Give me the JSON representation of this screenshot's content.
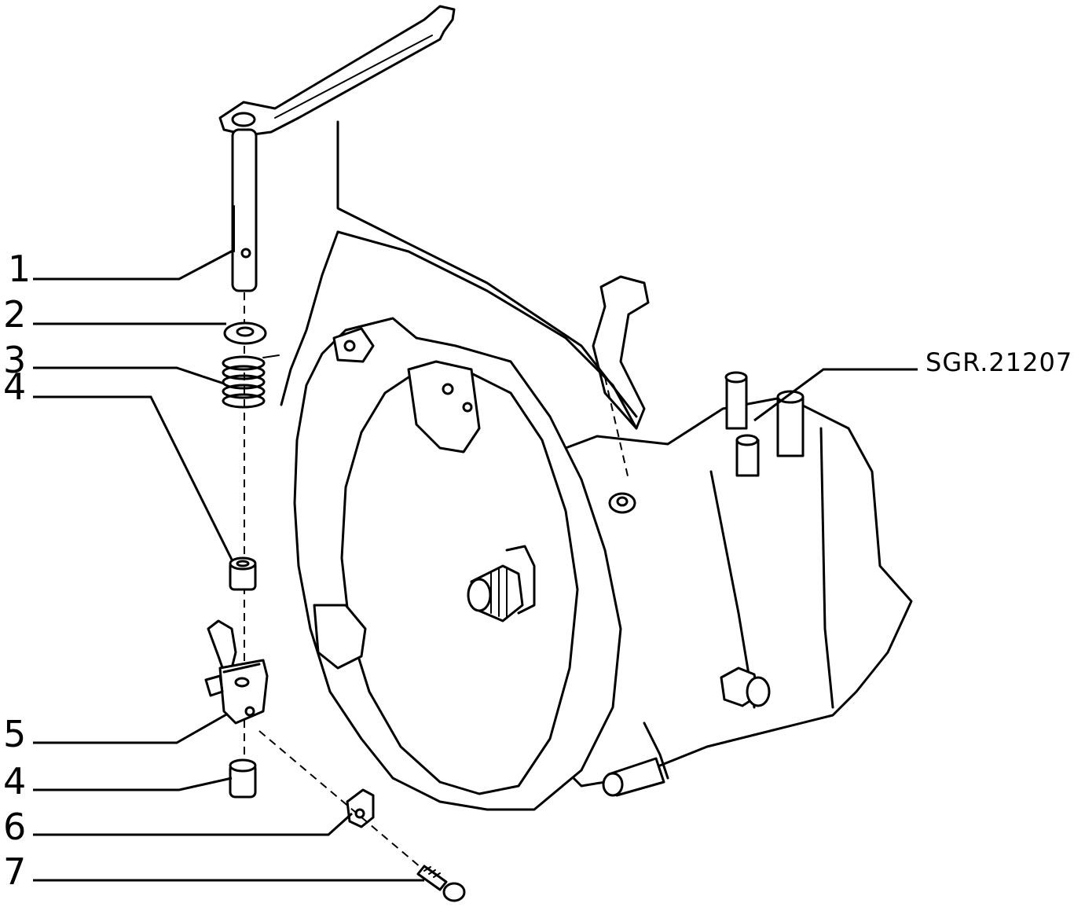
{
  "diagram": {
    "reference_code": "SGR.21207",
    "callouts": [
      {
        "id": "1",
        "label": "1"
      },
      {
        "id": "2",
        "label": "2"
      },
      {
        "id": "3",
        "label": "3"
      },
      {
        "id": "4a",
        "label": "4"
      },
      {
        "id": "5",
        "label": "5"
      },
      {
        "id": "4b",
        "label": "4"
      },
      {
        "id": "6",
        "label": "6"
      },
      {
        "id": "7",
        "label": "7"
      }
    ]
  }
}
